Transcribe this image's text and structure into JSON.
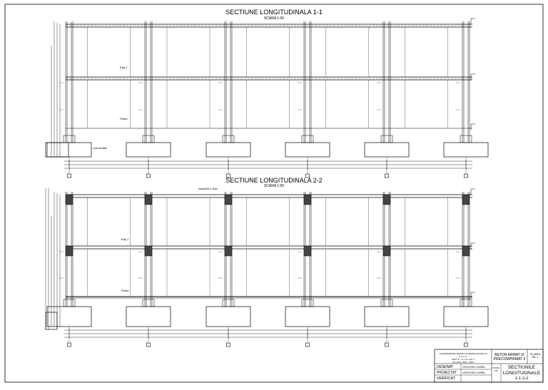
{
  "sections": [
    {
      "title": "SECTIUNE LONGITUDINALA 1-1",
      "scale": "SCARA 1:50",
      "labels": {
        "floor_upper": "Etaj 1",
        "floor_lower": "Parter",
        "note": "cota fundatie"
      }
    },
    {
      "title": "SECTIUNE LONGITUDINALA 2-2",
      "scale": "SCARA 1:50",
      "labels": {
        "floor_upper": "Etaj 1",
        "floor_lower": "Parter",
        "note": "parapet/b.a. 8mm"
      }
    }
  ],
  "title_block": {
    "school_lines": [
      "UNIVERSITATEA TEHNICA GHEORGHE ASACHI",
      "F.C.I.I.A.",
      "ANUL III - C.C.IA. GR. 3",
      "AN UNIV. 2023 - 2024"
    ],
    "subject": "BETON ARMAT SI PRECOMPRIMAT II",
    "sheet_label": "PLANSA NR. 2",
    "rows": [
      {
        "role": "DESENAT",
        "name": "CROITORU VIOREL"
      },
      {
        "role": "PROIECTAT",
        "name": "CROITORU VIOREL"
      },
      {
        "role": "VERIFICAT",
        "name": ""
      }
    ],
    "scale_label": "SCARA 1:50",
    "drawing_title": [
      "SECTIUNILE",
      "LONGITUDINALE",
      "1-1  2-2"
    ]
  }
}
